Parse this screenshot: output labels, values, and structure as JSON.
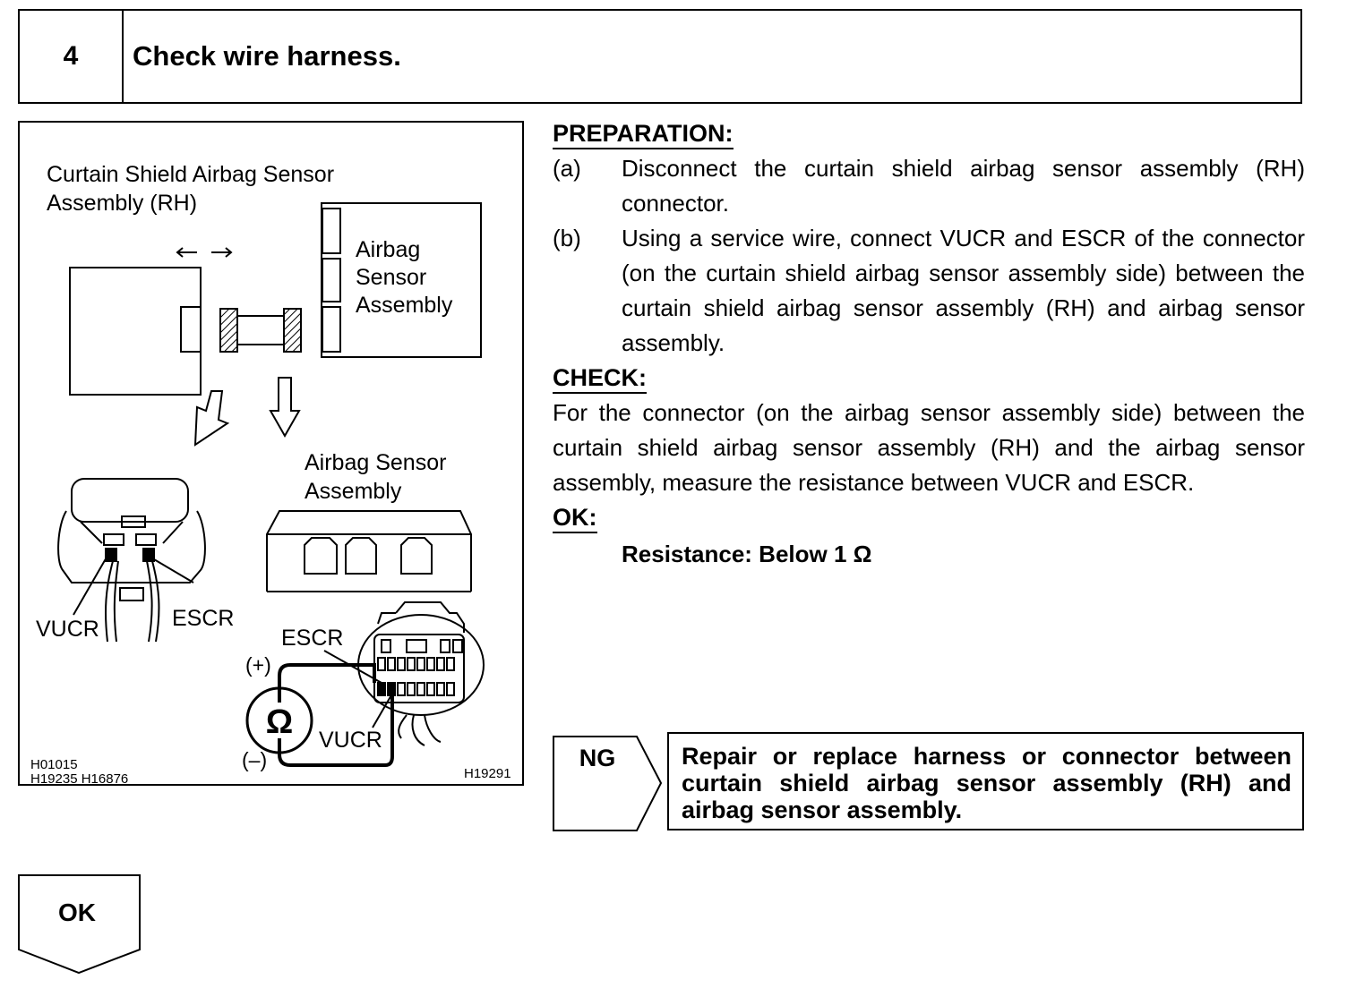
{
  "header": {
    "step_number": "4",
    "title": "Check wire harness."
  },
  "figure": {
    "label_curtain_sensor_line1": "Curtain Shield Airbag Sensor",
    "label_curtain_sensor_line2": "Assembly (RH)",
    "label_box_line1": "Airbag",
    "label_box_line2": "Sensor",
    "label_box_line3": "Assembly",
    "label_airbag_sensor_line1": "Airbag Sensor",
    "label_airbag_sensor_line2": "Assembly",
    "label_vucr_left": "VUCR",
    "label_escr_left": "ESCR",
    "label_escr_right": "ESCR",
    "label_vucr_right": "VUCR",
    "label_plus": "(+)",
    "label_minus": "(–)",
    "ohm_symbol": "Ω",
    "code_1": "H01015",
    "code_2": "H19235 H16876",
    "code_3": "H19291"
  },
  "preparation": {
    "heading": "PREPARATION:",
    "steps": [
      {
        "label": "(a)",
        "text": "Disconnect the curtain shield airbag sensor assembly (RH) connector."
      },
      {
        "label": "(b)",
        "text": "Using a service wire, connect VUCR and ESCR of the connector (on the curtain shield airbag sensor assembly side) between the curtain shield airbag sensor assembly (RH) and airbag sensor assembly."
      }
    ]
  },
  "check": {
    "heading": "CHECK:",
    "text": "For the connector (on the airbag sensor assembly side) between the curtain shield airbag sensor assembly (RH) and the airbag sensor assembly, measure the resistance between VUCR and ESCR."
  },
  "ok_spec": {
    "heading": "OK:",
    "spec": "Resistance: Below 1 Ω"
  },
  "ng": {
    "label": "NG",
    "action": "Repair or replace harness or connector between curtain shield airbag sensor assembly (RH) and airbag sensor assembly."
  },
  "ok_next": {
    "label": "OK"
  }
}
